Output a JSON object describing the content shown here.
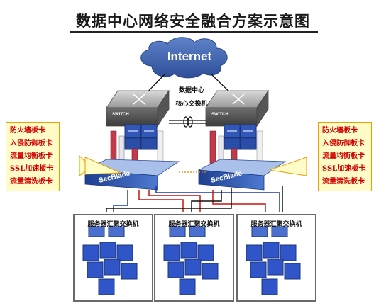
{
  "title": "数据中心网络安全融合方案示意图",
  "cloud_label": "Internet",
  "core_switch_label": [
    "数据中心",
    "核心交换机"
  ],
  "switch_text": "SWITCH",
  "blade_text": "SecBlade",
  "left_cards": [
    "防火墙板卡",
    "入侵防御板卡",
    "流量均衡板卡",
    "SSL加速板卡",
    "流量清洗板卡"
  ],
  "right_cards": [
    "防火墙板卡",
    "入侵防御板卡",
    "流量均衡板卡",
    "SSL加速板卡",
    "流量清洗板卡"
  ],
  "server_groups": [
    {
      "label": "服务器汇聚交换机"
    },
    {
      "label": "服务器汇聚交换机"
    },
    {
      "label": "服务器汇聚交换机"
    }
  ],
  "colors": {
    "cloud": "#3a5fa8",
    "server_blue": "#2f55c8",
    "red_link": "#cc1111",
    "blue_link": "#1a3c9a",
    "black_link": "#111111",
    "callout_fill": "#fffcc8",
    "callout_border": "#e9a000",
    "card_text": "#d10000"
  }
}
